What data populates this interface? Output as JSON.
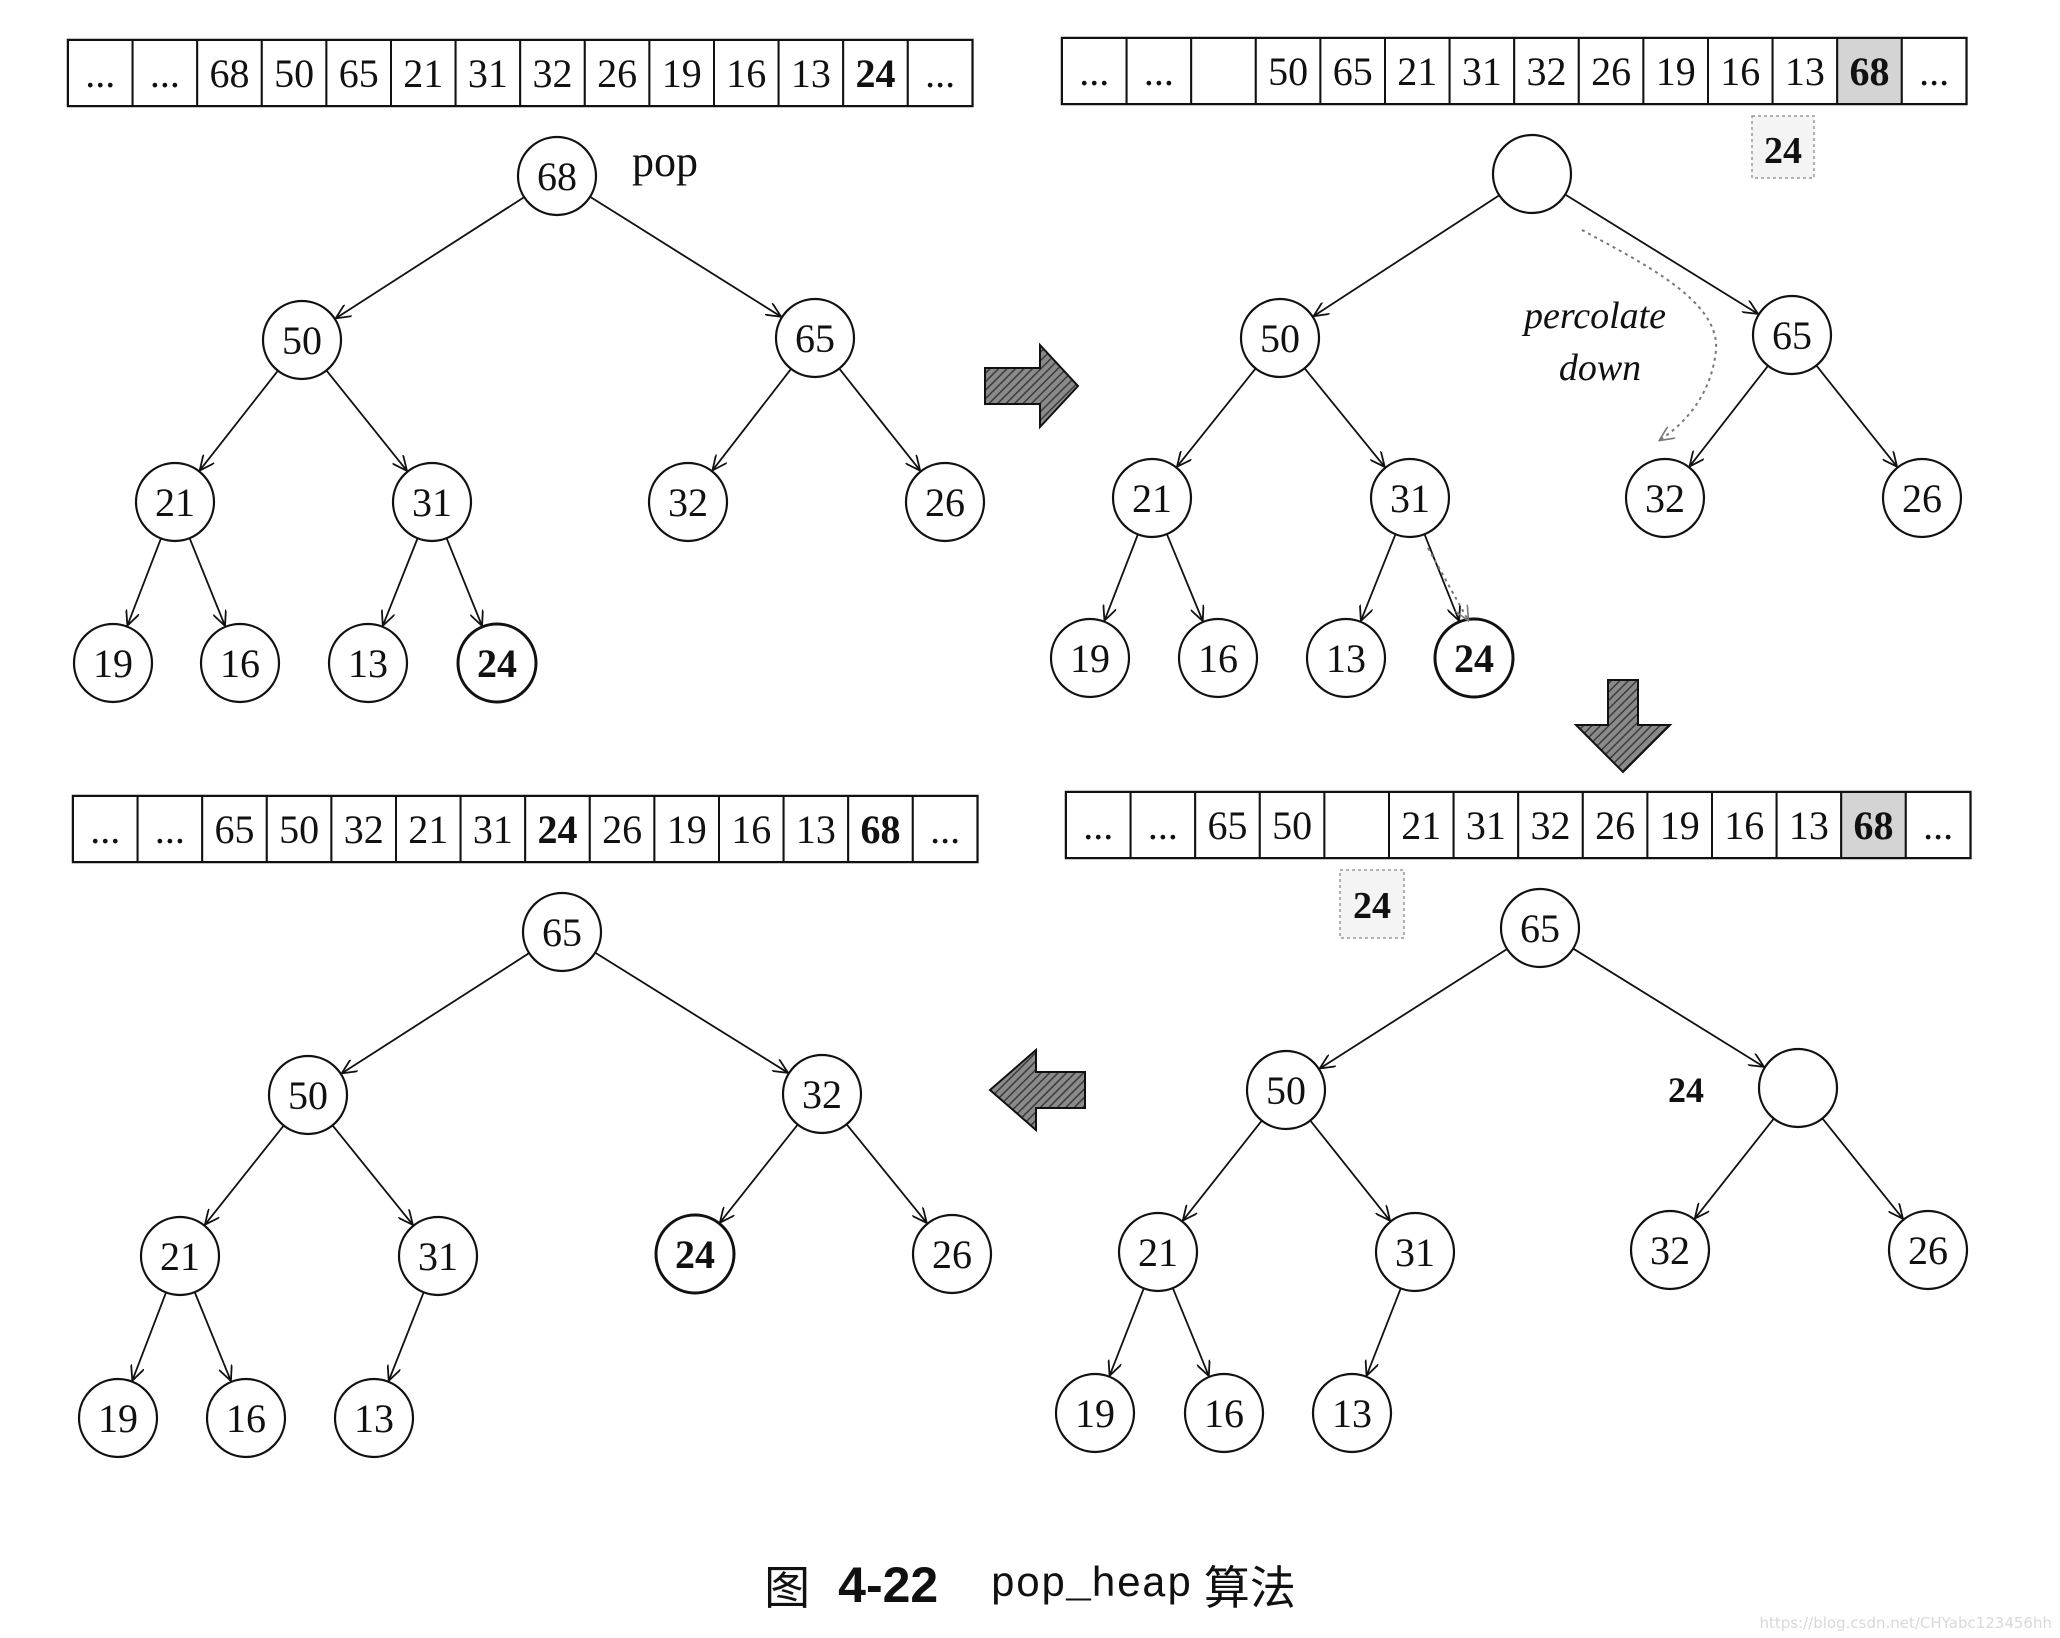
{
  "panels": [
    {
      "id": "step1",
      "array": [
        "...",
        "...",
        "68",
        "50",
        "65",
        "21",
        "31",
        "32",
        "26",
        "19",
        "16",
        "13",
        "24",
        "..."
      ],
      "array_bold": [
        12
      ],
      "nodes": [
        "68",
        "50",
        "65",
        "21",
        "31",
        "32",
        "26",
        "19",
        "16",
        "13",
        "24"
      ],
      "node_bold": [
        10
      ],
      "label": "pop"
    },
    {
      "id": "step2",
      "array": [
        "...",
        "...",
        "",
        "50",
        "65",
        "21",
        "31",
        "32",
        "26",
        "19",
        "16",
        "13",
        "68",
        "..."
      ],
      "array_bold": [
        12
      ],
      "array_shaded": [
        12
      ],
      "nodes": [
        "",
        "50",
        "65",
        "21",
        "31",
        "32",
        "26",
        "19",
        "16",
        "13",
        "24"
      ],
      "node_bold": [
        10
      ],
      "held_value": "24",
      "annotation": [
        "percolate",
        "down"
      ]
    },
    {
      "id": "step3",
      "array": [
        "...",
        "...",
        "65",
        "50",
        "",
        "21",
        "31",
        "32",
        "26",
        "19",
        "16",
        "13",
        "68",
        "..."
      ],
      "array_bold": [
        12
      ],
      "array_shaded": [
        12
      ],
      "nodes": [
        "65",
        "50",
        "",
        "21",
        "31",
        "32",
        "26",
        "19",
        "16",
        "13"
      ],
      "node_bold": [],
      "held_value": "24",
      "side_value": "24"
    },
    {
      "id": "step4",
      "array": [
        "...",
        "...",
        "65",
        "50",
        "32",
        "21",
        "31",
        "24",
        "26",
        "19",
        "16",
        "13",
        "68",
        "..."
      ],
      "array_bold": [
        7,
        12
      ],
      "nodes": [
        "65",
        "50",
        "32",
        "21",
        "31",
        "24",
        "26",
        "19",
        "16",
        "13"
      ],
      "node_bold": [
        5
      ]
    }
  ],
  "caption": {
    "fig": "图",
    "number": "4-22",
    "code": "pop_heap",
    "tail": "算法"
  },
  "watermark": "https://blog.csdn.net/CHYabc123456hh"
}
